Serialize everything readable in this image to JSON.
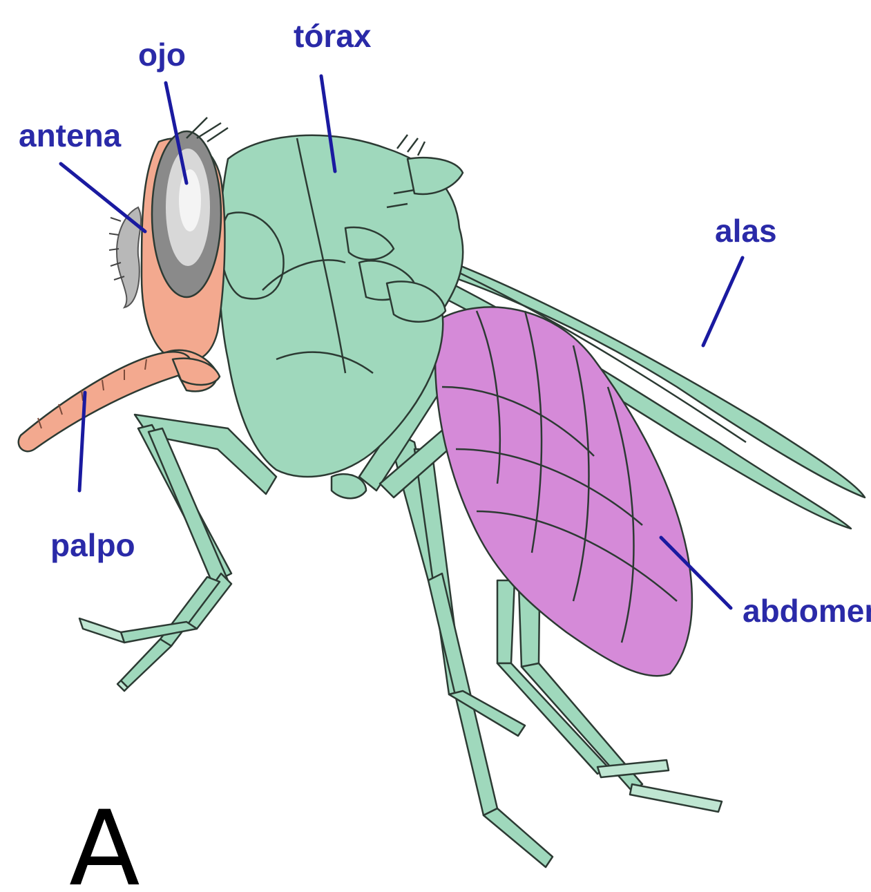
{
  "labels": {
    "ojo": "ojo",
    "torax": "tórax",
    "antena": "antena",
    "alas": "alas",
    "palpo": "palpo",
    "abdomen": "abdomen"
  },
  "panel_letter": "A",
  "colors": {
    "body": "#9fd8bc",
    "abdomen": "#d58ad8",
    "head": "#f3a98f",
    "eye": "#8a8a8a",
    "label": "#2a2aa8",
    "leader": "#1a1aa0"
  }
}
